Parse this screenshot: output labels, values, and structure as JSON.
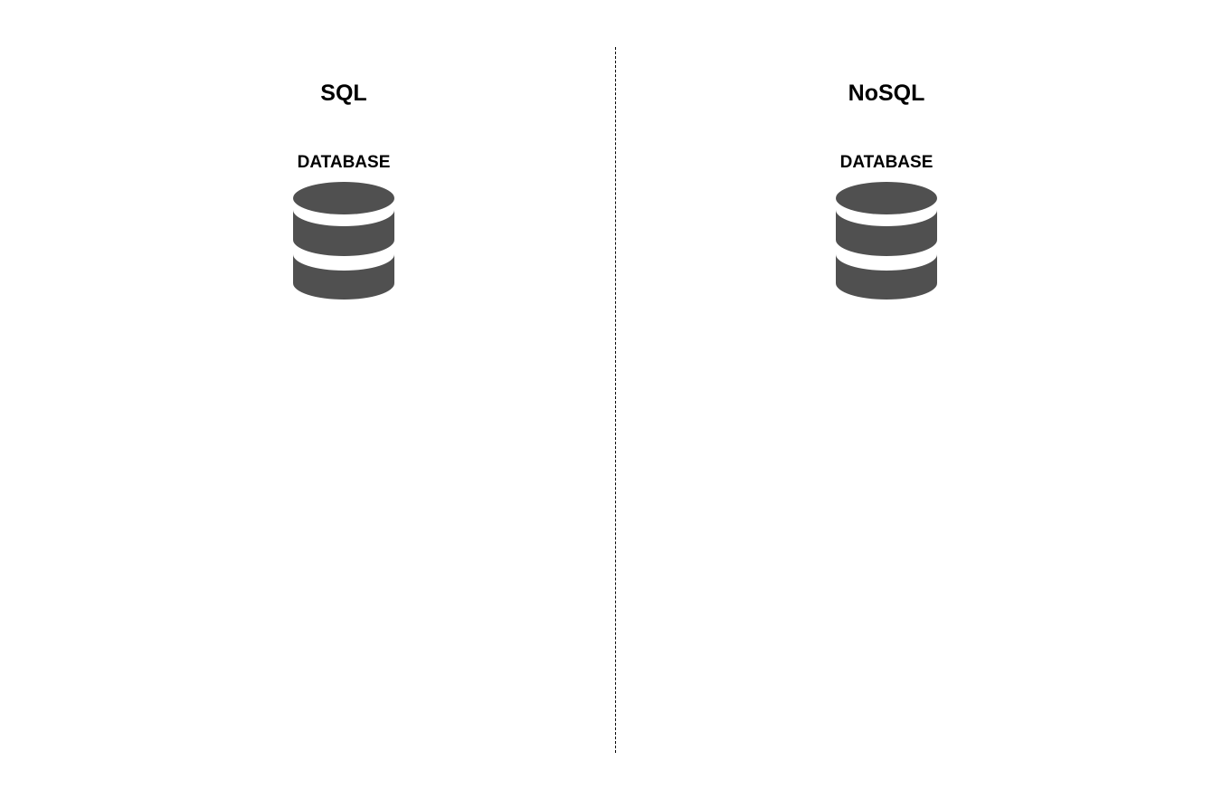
{
  "diagram": {
    "panels": [
      {
        "title": "SQL",
        "database_label": "DATABASE",
        "icon": "database-icon"
      },
      {
        "title": "NoSQL",
        "database_label": "DATABASE",
        "icon": "database-icon"
      }
    ],
    "divider": "dashed vertical line",
    "colors": {
      "icon_fill": "#505050",
      "icon_separator": "#ffffff",
      "text": "#000000",
      "background": "#ffffff"
    }
  }
}
